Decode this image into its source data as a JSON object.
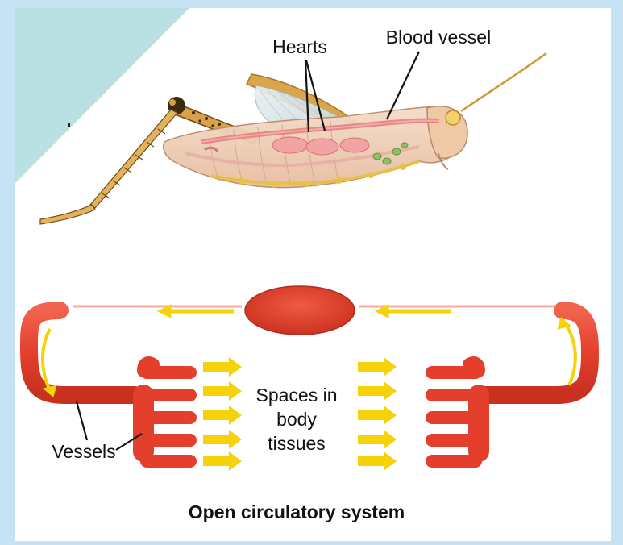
{
  "labels": {
    "hearts": "Hearts",
    "blood_vessel": "Blood vessel",
    "spaces_line1": "Spaces in",
    "spaces_line2": "body",
    "spaces_line3": "tissues",
    "vessels": "Vessels"
  },
  "caption": "Open circulatory system",
  "colors": {
    "background": "#c5e3f2",
    "panel": "#ffffff",
    "corner_accent": "#b9e0e3",
    "vessel_red": "#e8412f",
    "flow_arrow": "#f5d20a",
    "insect_body": "#f1cfb6"
  }
}
